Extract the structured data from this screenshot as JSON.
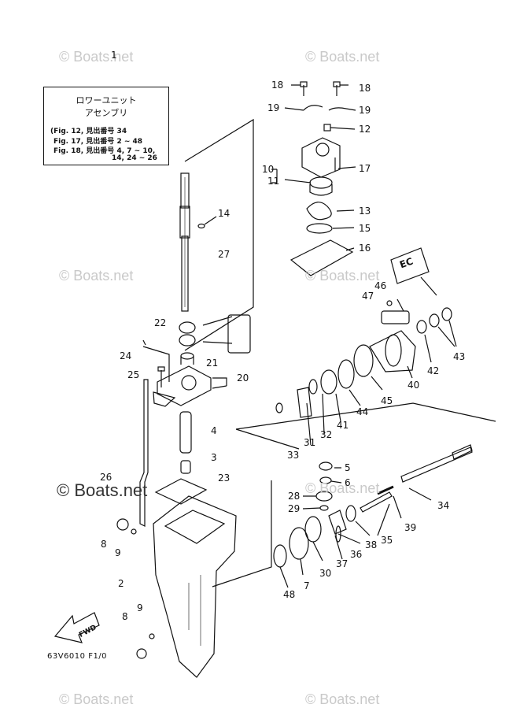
{
  "watermark": "© Boats.net",
  "info_box": {
    "title": "ロワーユニット",
    "subtitle": "アセンブリ",
    "refs": [
      "(Fig. 12, 見出番号 34",
      "Fig. 17, 見出番号 2 ~ 48",
      "Fig. 18, 見出番号 4, 7 ~ 10,",
      "14, 24 ~ 26"
    ]
  },
  "diagram_code": "63V6010 F1/0",
  "fwd_label": "FWD",
  "ec_label": "EC",
  "callouts": [
    "1",
    "18",
    "18",
    "19",
    "19",
    "12",
    "10",
    "17",
    "11",
    "13",
    "15",
    "16",
    "14",
    "27",
    "46",
    "47",
    "22",
    "24",
    "21",
    "20",
    "25",
    "4",
    "3",
    "26",
    "23",
    "2",
    "8",
    "9",
    "8",
    "9",
    "33",
    "31",
    "32",
    "41",
    "44",
    "45",
    "40",
    "42",
    "43",
    "5",
    "6",
    "28",
    "29",
    "34",
    "39",
    "35",
    "38",
    "36",
    "37",
    "30",
    "7",
    "48"
  ]
}
